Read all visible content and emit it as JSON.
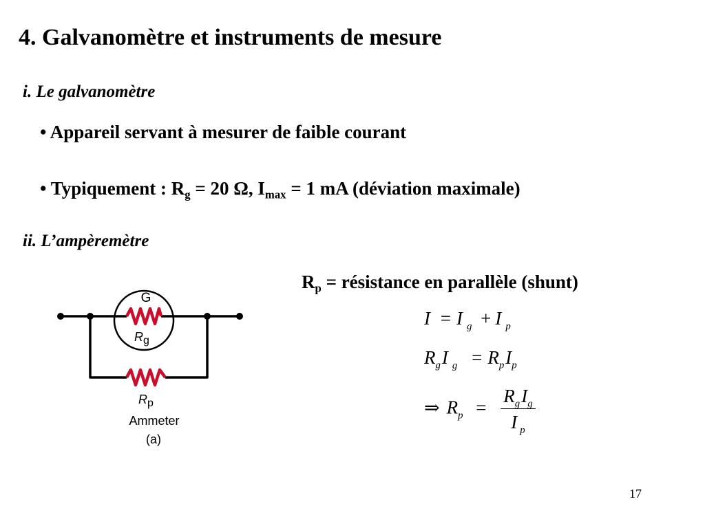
{
  "slide": {
    "title": "4.  Galvanomètre et instruments de mesure",
    "section_i": "i. Le galvanomètre",
    "bullet1": "• Appareil servant à mesurer de faible courant",
    "bullet2": {
      "prefix": "• Typiquement : R",
      "sub1": "g",
      "mid": " = 20 Ω, I",
      "sub2": "max",
      "suffix": " = 1 mA (déviation maximale)"
    },
    "section_ii": "ii. L’ampèremètre",
    "rp_def": {
      "prefix": "R",
      "sub": "p",
      "suffix": " = résistance en parallèle (shunt)"
    },
    "page_number": "17"
  },
  "equations": {
    "eq1": {
      "lead": "",
      "lhs": "I",
      "equals": "=",
      "t1": "I",
      "t1_sub": "g",
      "plus": "+",
      "t2": "I",
      "t2_sub": "p"
    },
    "eq2": {
      "lead": "",
      "a": "R",
      "a_sub": "g",
      "b": "I",
      "b_sub": "g",
      "equals": "=",
      "c": "R",
      "c_sub": "p",
      "d": "I",
      "d_sub": "p"
    },
    "eq3": {
      "implies": "⇒",
      "lhs": "R",
      "lhs_sub": "p",
      "equals": "=",
      "num_a": "R",
      "num_a_sub": "g",
      "num_b": "I",
      "num_b_sub": "g",
      "den": "I",
      "den_sub": "p"
    }
  },
  "circuit": {
    "galvanometer_label": "G",
    "rg_main": "R",
    "rg_sub": "g",
    "rp_main": "R",
    "rp_sub": "p",
    "caption": "Ammeter",
    "sublabel": "(a)",
    "wire_color": "#000000",
    "resistor_color": "#c8102e"
  }
}
